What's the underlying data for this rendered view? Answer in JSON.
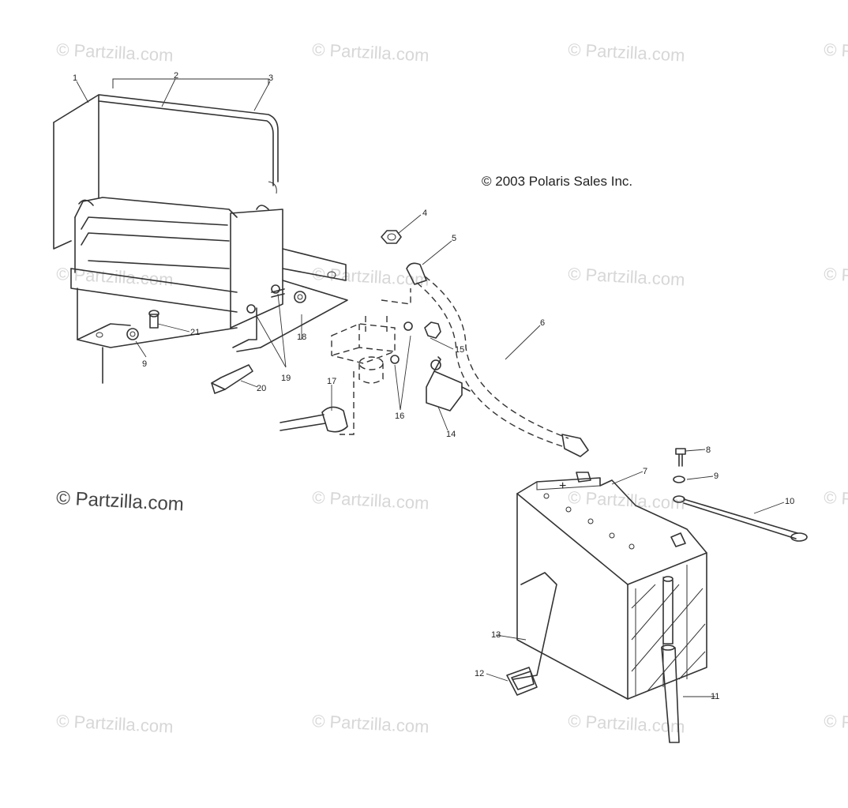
{
  "copyright": "© 2003 Polaris Sales Inc.",
  "watermark": "© Partzilla.com",
  "part_numbers": [
    "1",
    "2",
    "3",
    "4",
    "5",
    "6",
    "7",
    "8",
    "9",
    "10",
    "11",
    "12",
    "13",
    "14",
    "15",
    "16",
    "17",
    "18",
    "19",
    "20",
    "21"
  ],
  "battery_polarity": "+"
}
